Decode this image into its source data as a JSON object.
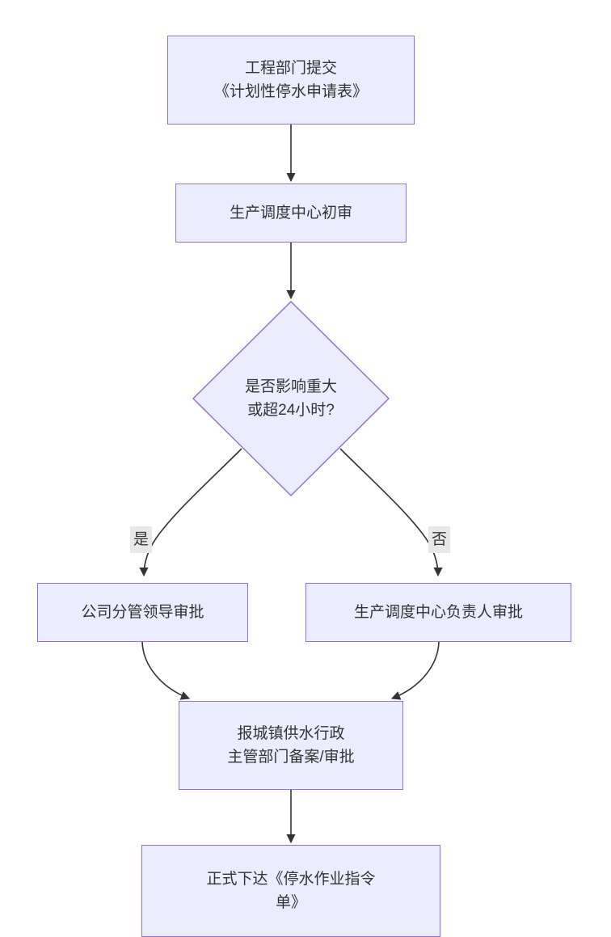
{
  "colors": {
    "node_fill": "#ECECFF",
    "node_border": "#9370DB",
    "edge": "#333333",
    "text": "#333333",
    "label_bg": "#e8e8e8"
  },
  "nodes": {
    "submit": {
      "lines": [
        "工程部门提交",
        "《计划性停水申请表》"
      ]
    },
    "initial_review": {
      "lines": [
        "生产调度中心初审"
      ]
    },
    "decision": {
      "lines": [
        "是否影响重大",
        "或超24小时?"
      ]
    },
    "leader_approval": {
      "lines": [
        "公司分管领导审批"
      ]
    },
    "center_head_approval": {
      "lines": [
        "生产调度中心负责人审批"
      ]
    },
    "report_authority": {
      "lines": [
        "报城镇供水行政",
        "主管部门备案/审批"
      ]
    },
    "issue_order": {
      "lines": [
        "正式下达《停水作业指令",
        "单》"
      ]
    }
  },
  "edge_labels": {
    "yes": "是",
    "no": "否"
  }
}
